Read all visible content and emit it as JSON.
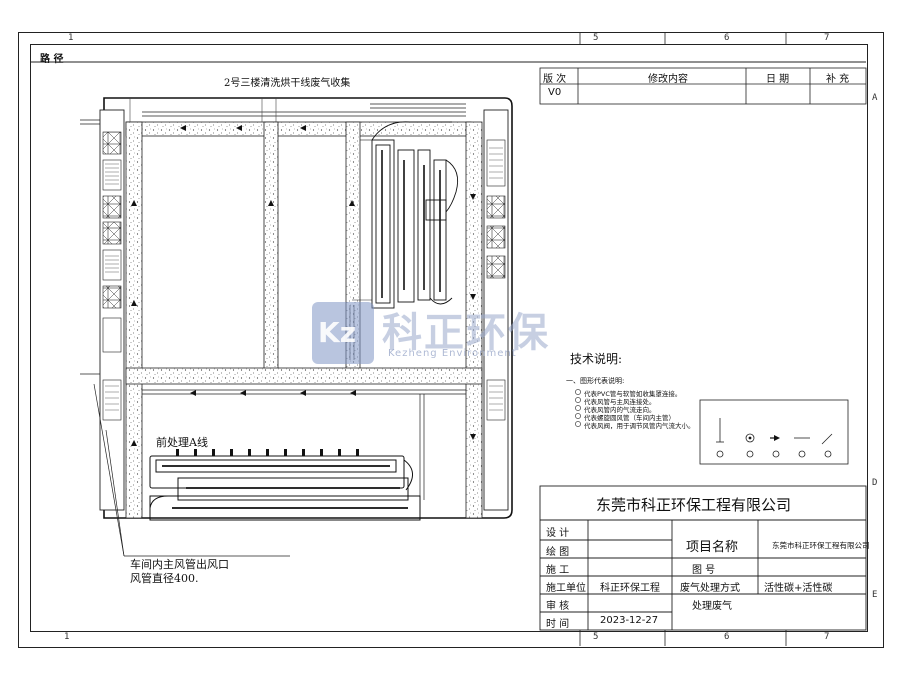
{
  "sheet": {
    "zones_top": [
      "1",
      "5",
      "6",
      "7"
    ],
    "zones_bottom": [
      "1",
      "5",
      "6",
      "7"
    ],
    "zones_right": [
      "A",
      "D",
      "E"
    ],
    "corner_label": "路 径"
  },
  "drawing": {
    "title": "2号三楼清洗烘干线废气收集",
    "line_label": "前处理A线",
    "outlet_note_1": "车间内主风管出风口",
    "outlet_note_2": "风管直径400."
  },
  "revision": {
    "headers": [
      "版 次",
      "修改内容",
      "日 期",
      "补 充"
    ],
    "row": [
      "V0",
      "",
      "",
      ""
    ]
  },
  "tech": {
    "title": "技术说明:",
    "section": "一、图形代表说明:",
    "items": [
      "代表PVC管与软管如收集罩连接。",
      "代表风管与主风连接处。",
      "代表风管内的气流走向。",
      "代表螺旋圆风管（车间内主管）",
      "代表风阀，用于调节风管内气流大小。"
    ],
    "symbol_numbers": [
      "①",
      "②",
      "③",
      "④",
      "⑤"
    ]
  },
  "watermark": {
    "logo": "Kz",
    "name": "科正环保",
    "sub": "Kezheng Environment"
  },
  "titleblock": {
    "company": "东莞市科正环保工程有限公司",
    "labels": [
      "设 计",
      "绘 图",
      "施 工",
      "施工单位",
      "审 核",
      "时 间"
    ],
    "unit_value": "科正环保工程",
    "date_value": "2023-12-27",
    "project_label": "项目名称",
    "project_value": "东莞市科正环保工程有限公司",
    "drawing_no_label": "图 号",
    "method_label": "废气处理方式",
    "method_value": "活性碳+活性碳",
    "treat_label": "处理废气"
  }
}
